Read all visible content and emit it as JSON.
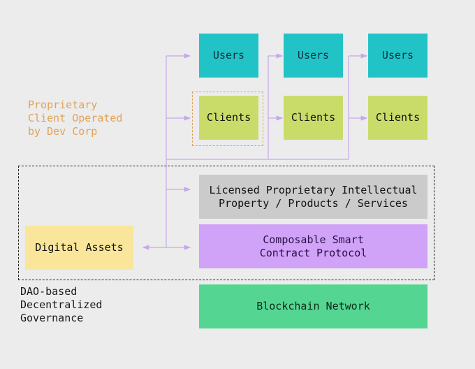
{
  "diagram": {
    "colors": {
      "users": "#22c3c7",
      "clients": "#c9dc6a",
      "licensed": "#cbcbcb",
      "protocol": "#d0a2f8",
      "blockchain": "#54d692",
      "digital_assets": "#fae69b",
      "connector": "#c4a8ec",
      "proprietary_label": "#e0a35a"
    },
    "columns": [
      {
        "users": "Users",
        "clients": "Clients"
      },
      {
        "users": "Users",
        "clients": "Clients"
      },
      {
        "users": "Users",
        "clients": "Clients"
      }
    ],
    "proprietary_label": "Proprietary\nClient Operated\nby Dev Corp",
    "licensed_ip": "Licensed Proprietary Intellectual\nProperty / Products / Services",
    "protocol": "Composable Smart\nContract Protocol",
    "digital_assets": "Digital Assets",
    "blockchain": "Blockchain Network",
    "governance_label": "DAO-based\nDecentralized\nGovernance"
  }
}
